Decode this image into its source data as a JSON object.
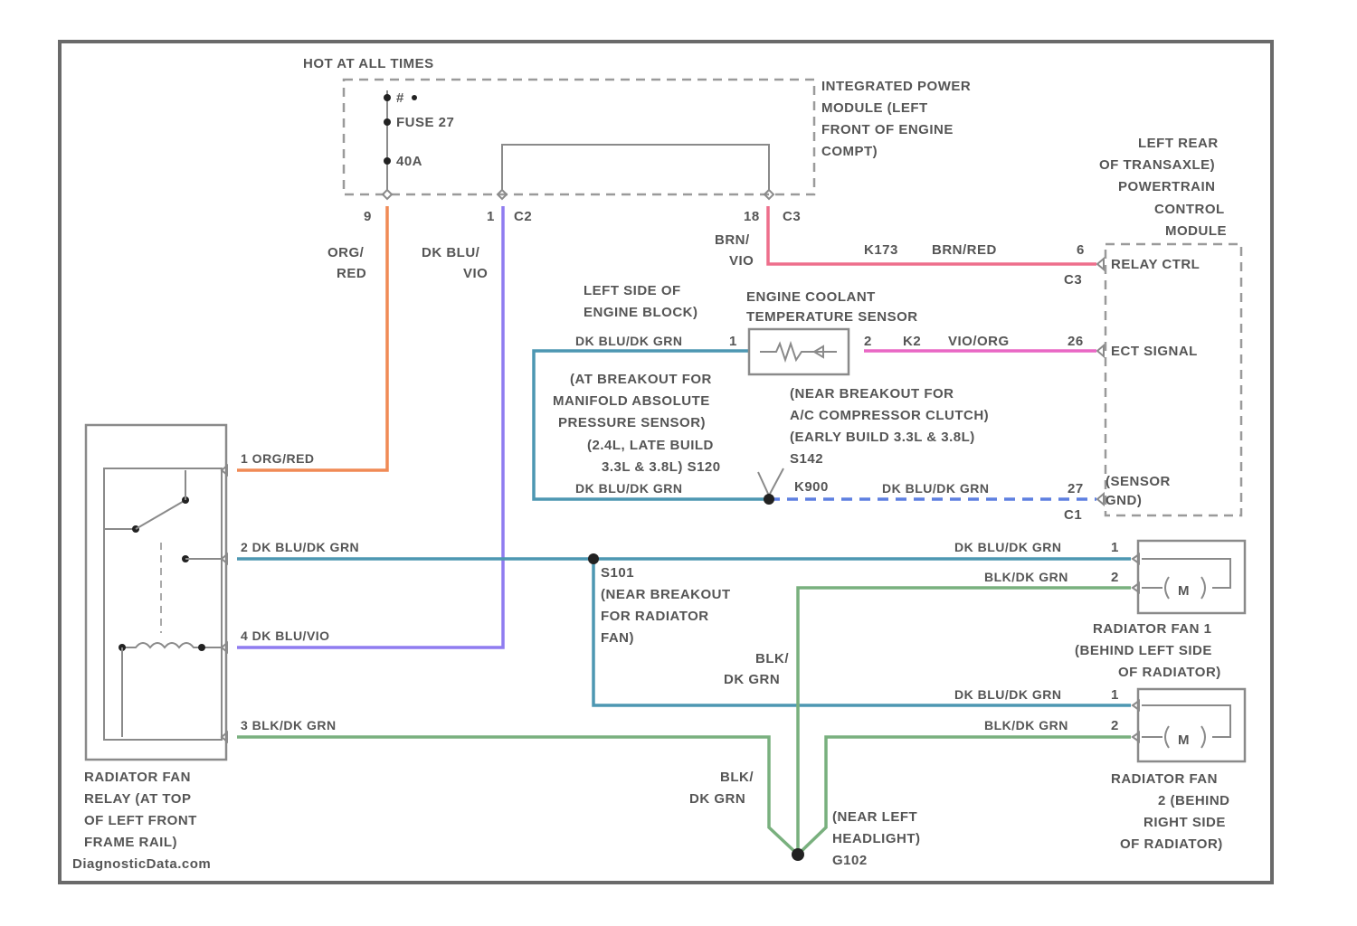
{
  "colors": {
    "orange": "#f08a55",
    "violet": "#8f7cf0",
    "pink": "#ee6f8c",
    "magenta": "#e967c4",
    "teal": "#4d97b2",
    "green": "#79b07e",
    "blue_dashed": "#5d7fe0",
    "gray": "#999999"
  },
  "labels": {
    "hot_at_all_times": "HOT AT ALL TIMES",
    "fuse_num": "#",
    "fuse": "FUSE 27",
    "amps": "40A",
    "ipm": [
      "INTEGRATED POWER",
      "MODULE (LEFT",
      "FRONT OF ENGINE",
      "COMPT)"
    ],
    "pcm": [
      "LEFT REAR",
      "OF TRANSAXLE)",
      "POWERTRAIN",
      "CONTROL",
      "MODULE"
    ],
    "pin_9": "9",
    "pin_1_c2": "1",
    "c2_a": "C2",
    "pin_18": "18",
    "c3_a": "C3",
    "org_red": [
      "ORG/",
      "RED"
    ],
    "dk_blu_vio": [
      "DK BLU/",
      "VIO"
    ],
    "brn_vio": [
      "BRN/",
      "VIO"
    ],
    "k173": "K173",
    "brn_red": "BRN/RED",
    "pin_6": "6",
    "c3_b": "C3",
    "relay_ctrl": "RELAY CTRL",
    "engine_block": [
      "LEFT SIDE OF",
      "ENGINE BLOCK)"
    ],
    "ect_sensor": [
      "ENGINE COOLANT",
      "TEMPERATURE SENSOR"
    ],
    "ect_left_wire": "DK BLU/DK GRN",
    "ect_pin_1": "1",
    "ect_pin_2": "2",
    "k2": "K2",
    "vio_org": "VIO/ORG",
    "pin_26": "26",
    "ect_signal": "ECT SIGNAL",
    "map_breakout": [
      "(AT BREAKOUT FOR",
      "MANIFOLD ABSOLUTE",
      "PRESSURE SENSOR)",
      "(2.4L, LATE BUILD",
      "3.3L & 3.8L) S120"
    ],
    "ac_breakout": [
      "(NEAR BREAKOUT FOR",
      "A/C COMPRESSOR CLUTCH)",
      "(EARLY BUILD 3.3L & 3.8L)",
      "S142"
    ],
    "k900": "K900",
    "dashed_wire": "DK BLU/DK GRN",
    "pin_27": "27",
    "sensor_gnd": [
      "(SENSOR",
      "GND)"
    ],
    "c1_pcm": "C1",
    "map_wire": "DK BLU/DK GRN",
    "relay": [
      "RADIATOR FAN",
      "RELAY (AT TOP",
      "OF LEFT FRONT",
      "FRAME RAIL)",
      "DiagnosticData.com"
    ],
    "relay_pin_1": "1  ORG/RED",
    "relay_pin_2": "2  DK BLU/DK GRN",
    "relay_pin_4": "4  DK BLU/VIO",
    "relay_pin_3": "3  BLK/DK GRN",
    "s101": "S101",
    "radiator_breakout": [
      "(NEAR BREAKOUT",
      "FOR RADIATOR",
      "FAN)"
    ],
    "fan1_pin1_wire": "DK BLU/DK GRN",
    "fan1_pin1": "1",
    "fan1_pin2_wire": "BLK/DK GRN",
    "fan1_pin2": "2",
    "motor_1": "M",
    "fan1": [
      "RADIATOR FAN 1",
      "(BEHIND LEFT SIDE",
      "OF RADIATOR)"
    ],
    "blk_dkgrn_1": [
      "BLK/",
      "DK GRN"
    ],
    "fan2_pin1_wire": "DK BLU/DK GRN",
    "fan2_pin1": "1",
    "fan2_pin2_wire": "BLK/DK GRN",
    "fan2_pin2": "2",
    "motor_2": "M",
    "fan2": [
      "RADIATOR FAN",
      "2 (BEHIND",
      "RIGHT SIDE",
      "OF RADIATOR)"
    ],
    "blk_dkgrn_2": [
      "BLK/",
      "DK GRN"
    ],
    "ground": [
      "(NEAR LEFT",
      "HEADLIGHT)",
      "G102"
    ]
  }
}
